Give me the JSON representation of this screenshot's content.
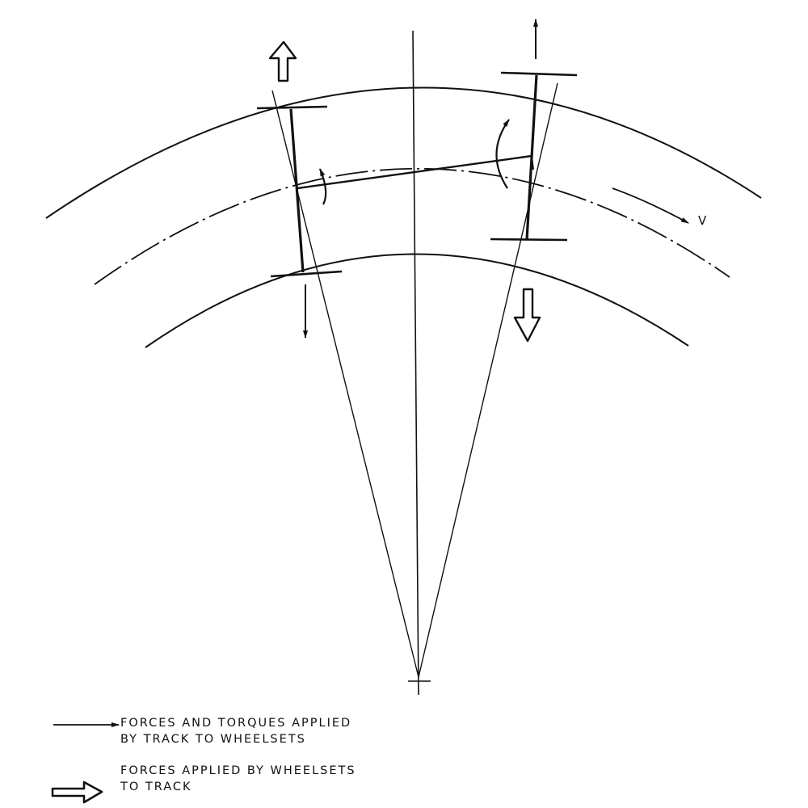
{
  "diagram": {
    "type": "railway-wheelset-curving-forces",
    "velocity_label": "V",
    "elements": {
      "outer_rail": "outer rail arc",
      "centerline": "track centerline (dash-dot)",
      "inner_rail": "inner rail arc",
      "leading_wheelset": "left wheelset with radial line to curve center",
      "trailing_wheelset": "right wheelset with radial line to curve center",
      "curve_center": "curve center marker"
    },
    "colors": {
      "ink": "#111111",
      "background": "#ffffff"
    }
  },
  "legend": {
    "items": [
      {
        "symbol": "thin-arrow",
        "line1": "FORCES AND TORQUES  APPLIED",
        "line2": "BY TRACK TO WHEELSETS"
      },
      {
        "symbol": "hollow-arrow",
        "line1": "FORCES APPLIED BY WHEELSETS",
        "line2": "TO TRACK"
      }
    ]
  }
}
